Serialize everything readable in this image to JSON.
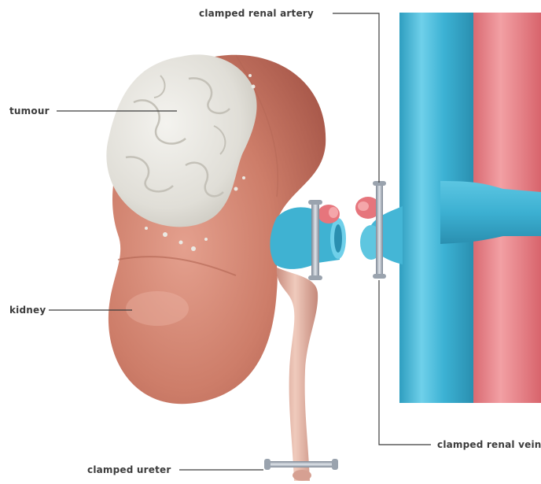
{
  "labels": {
    "artery": "clamped renal artery",
    "tumour": "tumour",
    "kidney": "kidney",
    "vein": "clamped renal vein",
    "ureter": "clamped ureter"
  },
  "colors": {
    "kidney": "#c97a66",
    "tumour": "#e6e4de",
    "vein": "#3fb3d2",
    "artery": "#e27a80",
    "ureter": "#e2b0a2",
    "clamp": "#b4bcc8",
    "leader": "#3c3c3c"
  }
}
